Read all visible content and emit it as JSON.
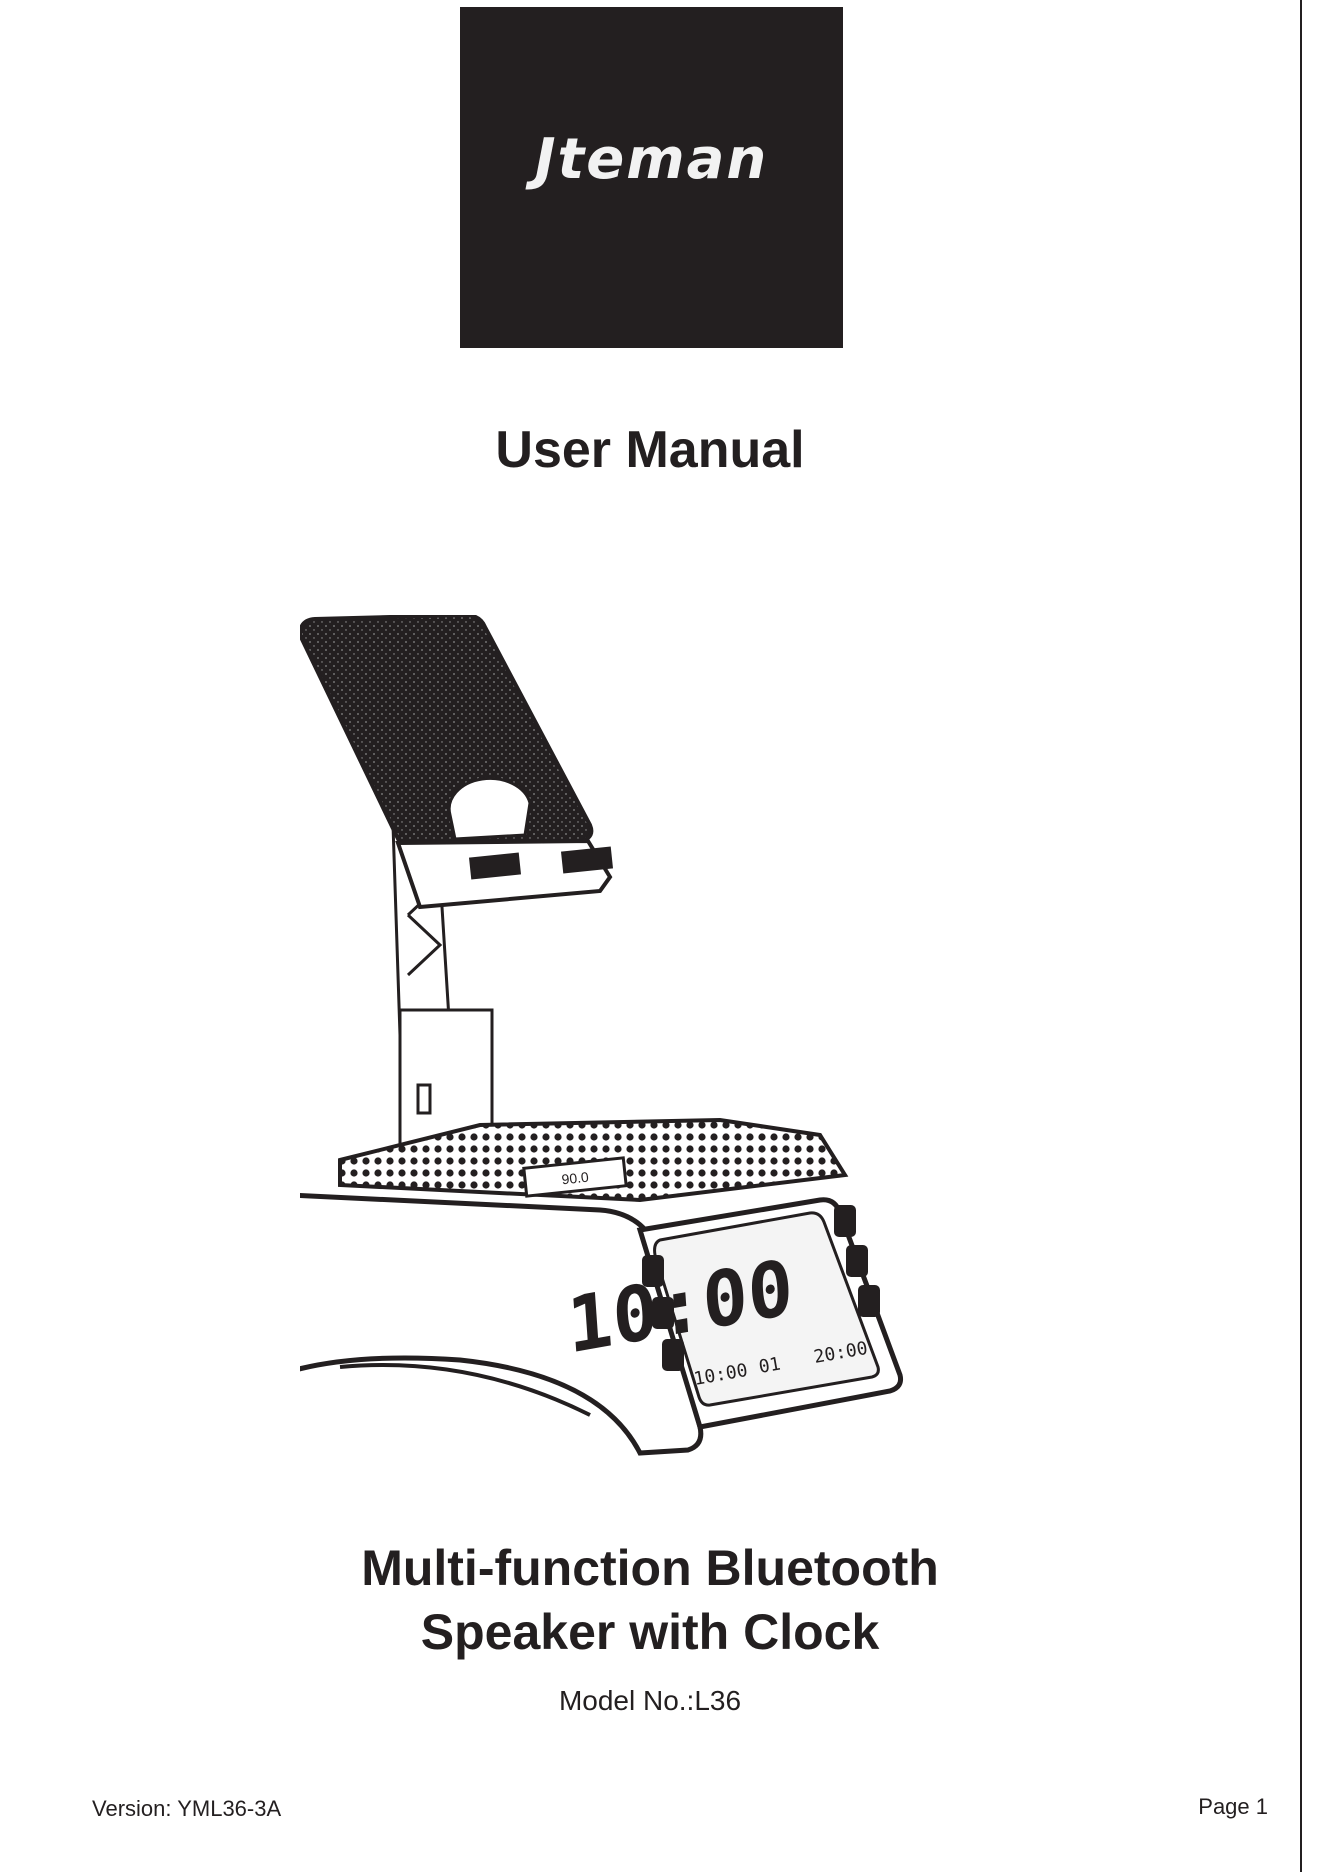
{
  "logo": {
    "text": "Jteman"
  },
  "document_title": "User Manual",
  "product": {
    "title_line1": "Multi-function Bluetooth",
    "title_line2": "Speaker with Clock",
    "model": "Model No.:L36"
  },
  "device_display": {
    "main_time": "10:00",
    "alarm1_time": "10:00",
    "alarm2_time": "20:00",
    "radio_preset": "01",
    "top_display": "90.0"
  },
  "footer": {
    "version": "Version:  YML36-3A",
    "page": "Page 1"
  },
  "colors": {
    "ink": "#231f20",
    "logo_text": "#f2f2f2",
    "lcd_bg": "#f4f4f4"
  }
}
